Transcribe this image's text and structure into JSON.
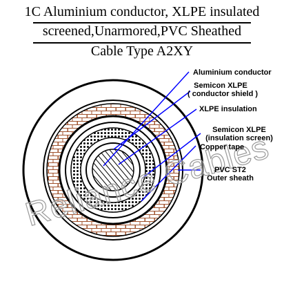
{
  "title": {
    "line1": "1C Aluminium conductor, XLPE insulated",
    "line2": "screened,Unarmored,PVC Sheathed",
    "line3": "Cable Type A2XY"
  },
  "labels": {
    "conductor": "Aluminium conductor",
    "semicon_xlpe_cond_1": "Semicon XLPE",
    "semicon_xlpe_cond_2": "( conductor shield )",
    "xlpe_insulation": "XLPE insulation",
    "semicon_xlpe_ins_1": "Semicon XLPE",
    "semicon_xlpe_ins_2": "(insulation screen)",
    "copper_tape": "Copper  tape",
    "pvc_1": "PVC ST2",
    "pvc_2": "Outer sheath"
  },
  "watermark": "Reliance Cables",
  "colors": {
    "leader": "#0000ff",
    "brick": "#a0522d",
    "sheath": "#ffffff",
    "watermark": "#999999"
  }
}
